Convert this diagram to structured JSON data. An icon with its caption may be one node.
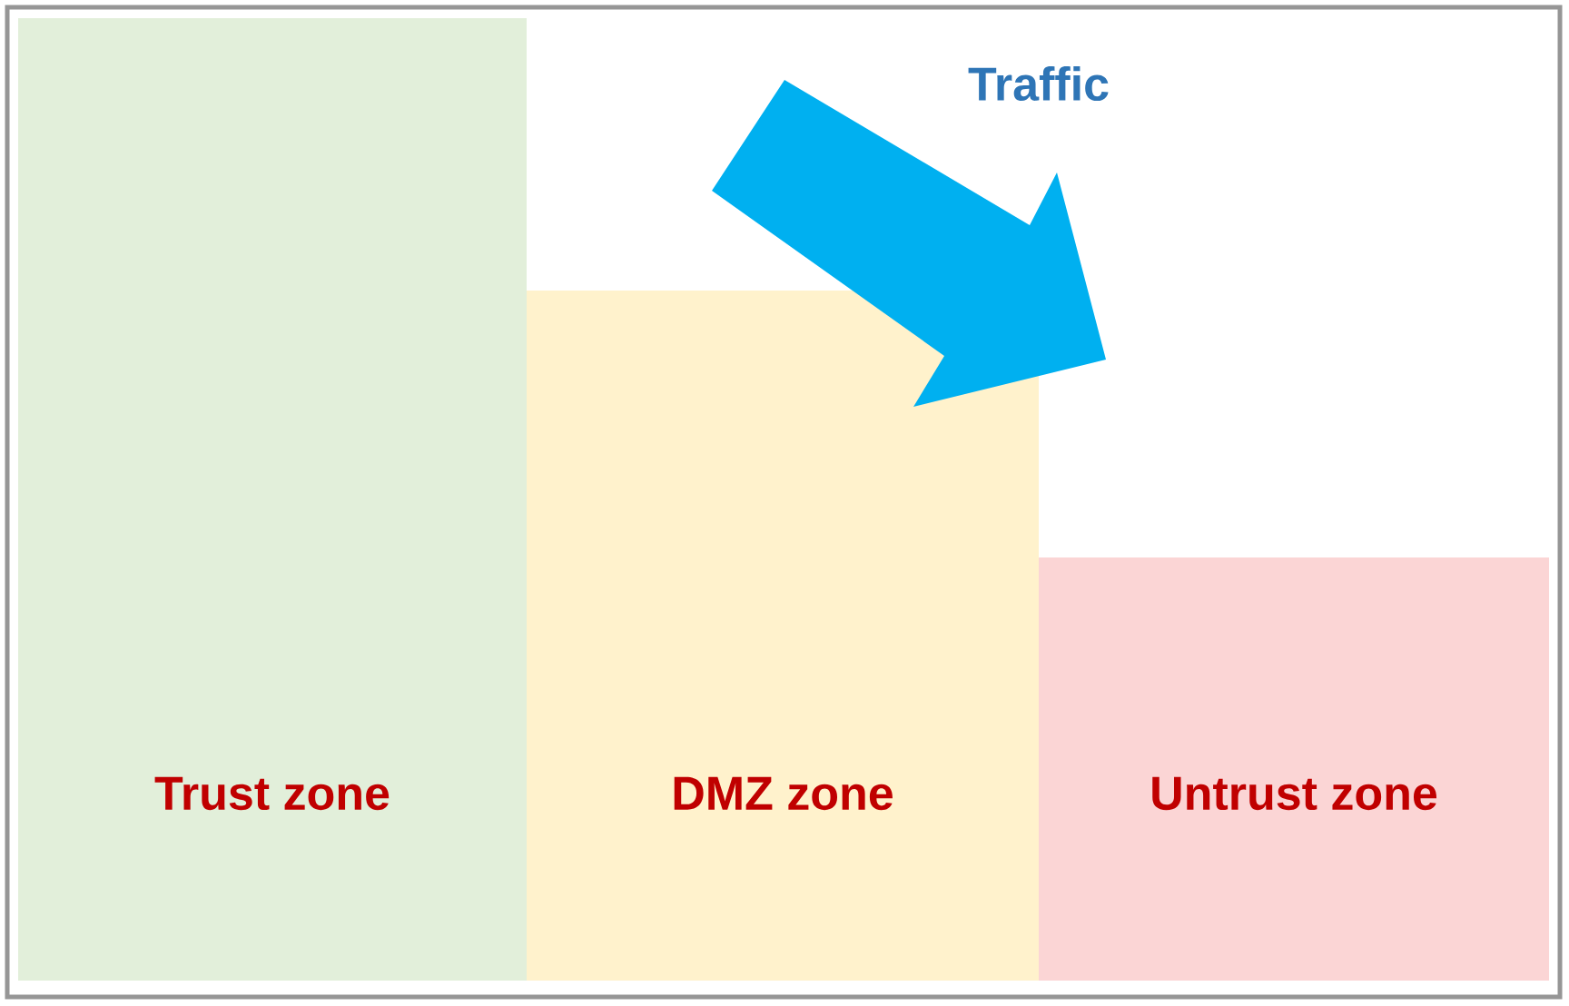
{
  "diagram": {
    "nodes": [
      {
        "text": [
          "Trust zone"
        ]
      },
      {
        "text": [
          "DMZ zone"
        ]
      },
      {
        "text": [
          "Untrust zone"
        ]
      }
    ],
    "edges": [],
    "labels": [
      "Traffic"
    ]
  }
}
